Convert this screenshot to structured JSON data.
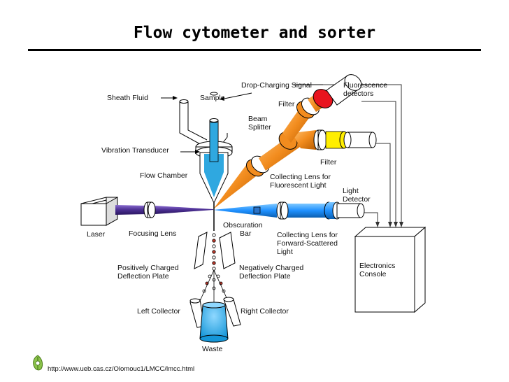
{
  "title": "Flow cytometer and sorter",
  "labels": {
    "drop_charging_signal": "Drop-Charging Signal",
    "fluorescence_detectors_1": "Fluorescence",
    "fluorescence_detectors_2": "detectors",
    "sheath_fluid": "Sheath Fluid",
    "sample": "Sample",
    "filter_top": "Filter",
    "beam_splitter_1": "Beam",
    "beam_splitter_2": "Splitter",
    "filter_mid": "Filter",
    "vibration_transducer": "Vibration Transducer",
    "flow_chamber": "Flow Chamber",
    "collecting_lens_fl_1": "Collecting Lens for",
    "collecting_lens_fl_2": "Fluorescent Light",
    "light_detector_1": "Light",
    "light_detector_2": "Detector",
    "obscuration_bar_1": "Obscuration",
    "obscuration_bar_2": "Bar",
    "laser": "Laser",
    "focusing_lens": "Focusing Lens",
    "collecting_lens_fs_1": "Collecting Lens for",
    "collecting_lens_fs_2": "Forward-Scattered",
    "collecting_lens_fs_3": "Light",
    "pos_plate_1": "Positively Charged",
    "pos_plate_2": "Deflection Plate",
    "neg_plate_1": "Negatively Charged",
    "neg_plate_2": "Deflection Plate",
    "electronics_1": "Electronics",
    "electronics_2": "Console",
    "left_collector": "Left Collector",
    "right_collector": "Right Collector",
    "waste": "Waste"
  },
  "footer_url": "http://www.ueb.cas.cz/Olomouc1/LMCC/lmcc.html",
  "colors": {
    "blue_beam": "#1e90ff",
    "laser_beam": "#4b2e91",
    "orange_beam": "#f28c1e",
    "yellow_filter": "#ffee00",
    "red_filter": "#e8141e",
    "fluid_blue": "#2fa8e0",
    "waste_blue": "#1596d8"
  }
}
